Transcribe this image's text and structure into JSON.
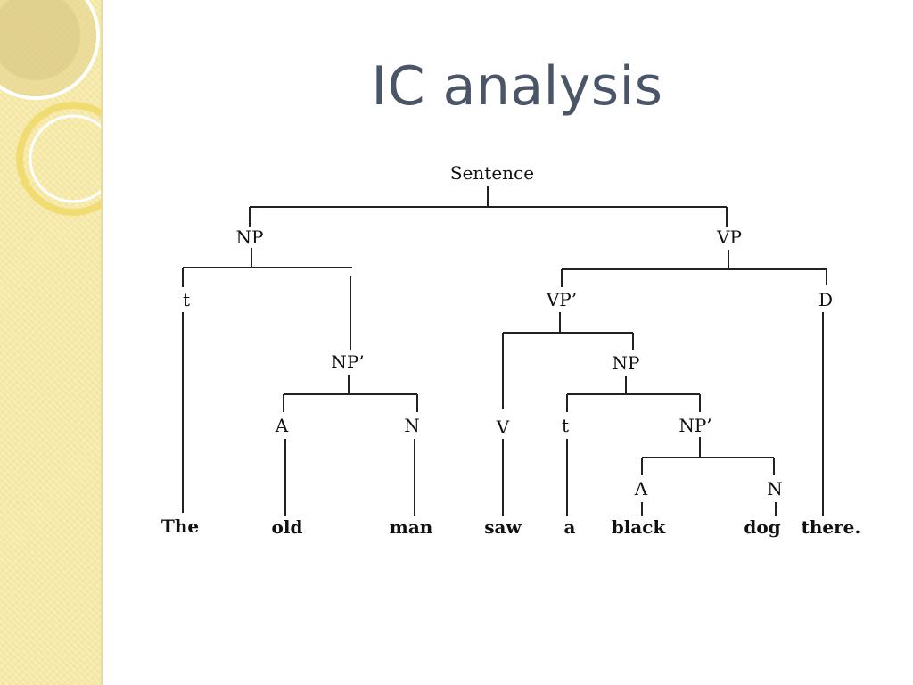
{
  "slide": {
    "title": "IC analysis"
  },
  "tree": {
    "labels": {
      "sentence": "Sentence",
      "np": "NP",
      "vp": "VP",
      "t1": "t",
      "np_prime1": "NP’",
      "vp_prime": "VP’",
      "d": "D",
      "a1": "A",
      "n1": "N",
      "v": "V",
      "np2": "NP",
      "t2": "t",
      "np_prime2": "NP’",
      "a2": "A",
      "n2": "N"
    },
    "words": [
      "The",
      "old",
      "man",
      "saw",
      "a",
      "black",
      "dog",
      "there."
    ]
  },
  "colors": {
    "sidebar": "#f6e9a6",
    "title": "#4a5568",
    "tree_lines": "#222222"
  }
}
